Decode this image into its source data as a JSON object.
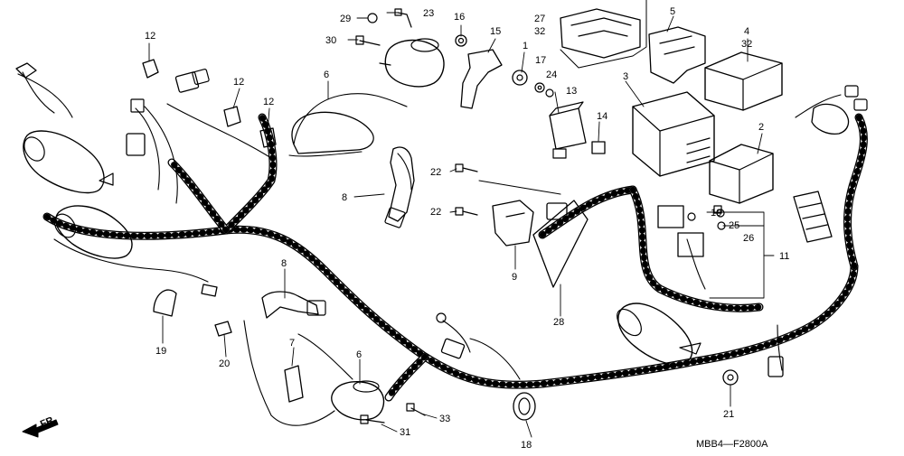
{
  "callouts": [
    "1",
    "2",
    "3",
    "4",
    "5",
    "6",
    "6",
    "7",
    "8",
    "8",
    "9",
    "10",
    "11",
    "12",
    "12",
    "12",
    "13",
    "14",
    "15",
    "16",
    "17",
    "18",
    "19",
    "20",
    "21",
    "22",
    "22",
    "23",
    "24",
    "25",
    "26",
    "27",
    "28",
    "29",
    "30",
    "31",
    "32",
    "32",
    "33"
  ],
  "direction_label": "FR.",
  "diagram_code": "MBB4—F2800A"
}
